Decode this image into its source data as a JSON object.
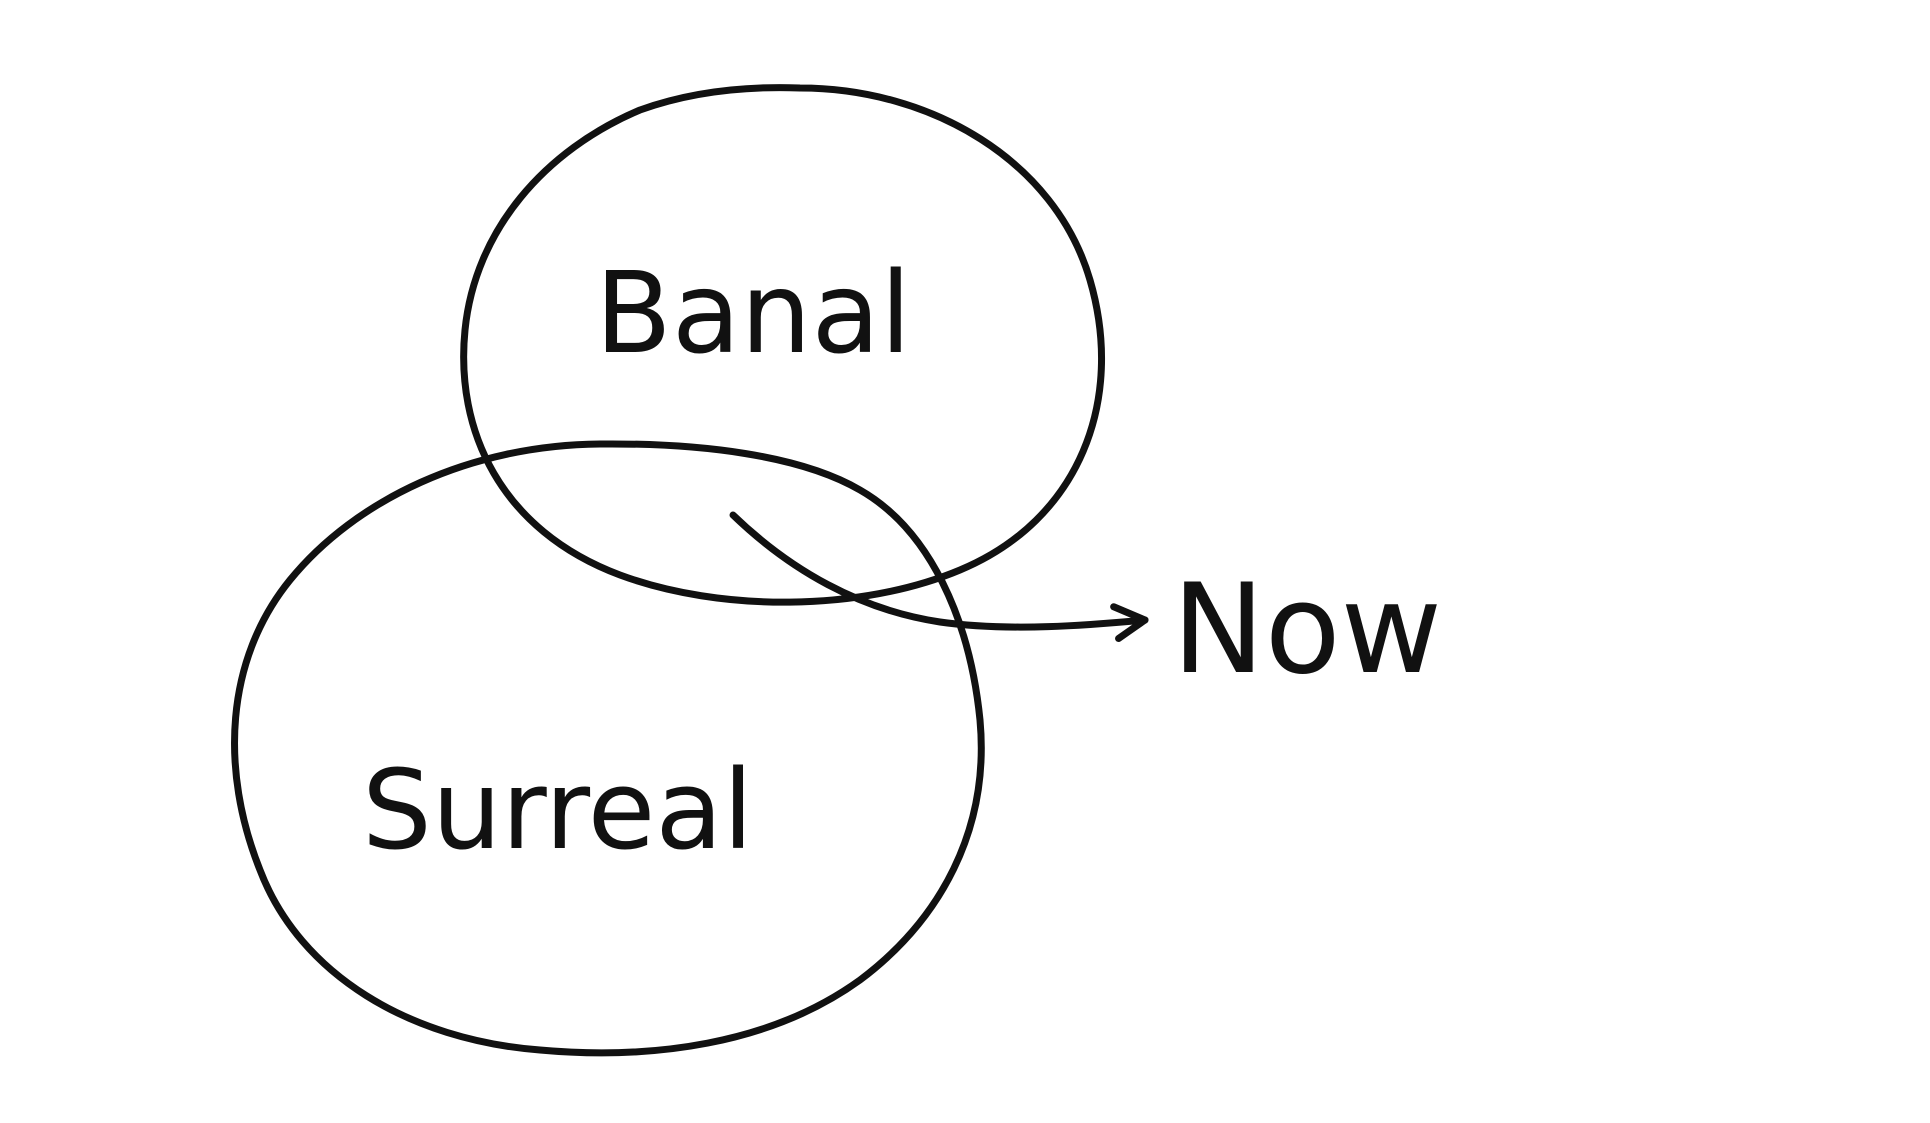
{
  "diagram": {
    "ink_color": "#111111",
    "background_color": "#ffffff",
    "circles": [
      {
        "id": "banal",
        "label": "Banal"
      },
      {
        "id": "surreal",
        "label": "Surreal"
      }
    ],
    "arrow": {
      "label": "Now",
      "from": "banal ∩ surreal",
      "icon": "arrow-right-icon"
    }
  }
}
